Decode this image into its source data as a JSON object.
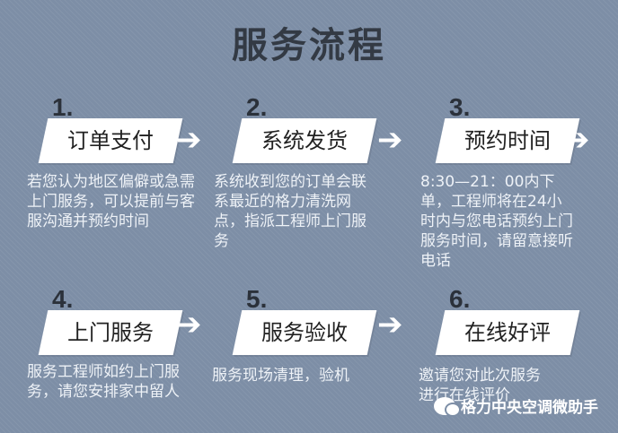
{
  "title": "服务流程",
  "steps": [
    {
      "num": "1.",
      "label": "订单支付",
      "desc": "若您认为地区偏僻或急需上门服务，可以提前与客服沟通并预约时间"
    },
    {
      "num": "2.",
      "label": "系统发货",
      "desc": "系统收到您的订单会联系最近的格力清洗网点，指派工程师上门服务"
    },
    {
      "num": "3.",
      "label": "预约时间",
      "desc": "8:30—21：00内下单，工程师将在24小时内与您电话预约上门服务时间，请留意接听电话"
    },
    {
      "num": "4.",
      "label": "上门服务",
      "desc": "服务工程师如约上门服务，请您安排家中留人"
    },
    {
      "num": "5.",
      "label": "服务验收",
      "desc": "服务现场清理，验机"
    },
    {
      "num": "6.",
      "label": "在线好评",
      "desc": "邀请您对此次服务进行在线评价"
    }
  ],
  "arrow": "➔",
  "watermark": "格力中央空调微助手",
  "icons": {
    "arrow": "arrow-right-icon",
    "watermark": "wechat-icon"
  }
}
